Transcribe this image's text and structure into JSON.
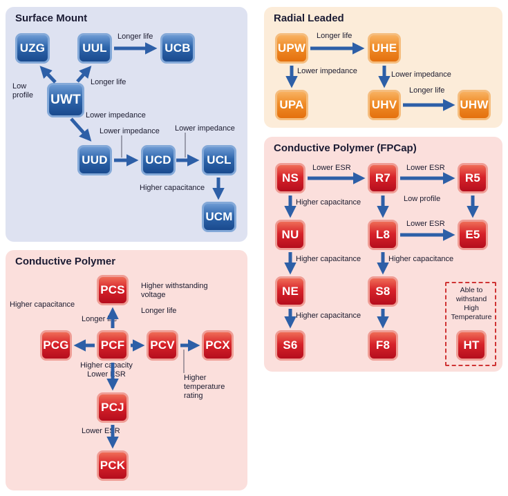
{
  "panels": {
    "surface_mount": {
      "title": "Surface Mount",
      "nodes": {
        "uzg": "UZG",
        "uul": "UUL",
        "ucb": "UCB",
        "uwt": "UWT",
        "uud": "UUD",
        "ucd": "UCD",
        "ucl": "UCL",
        "ucm": "UCM"
      },
      "edge_labels": {
        "uul_to_ucb": "Longer life",
        "uwt_to_uzg": "Low profile",
        "uwt_to_uul": "Longer life",
        "uwt_to_uud": "Lower impedance",
        "uud_to_ucd": "Lower impedance",
        "ucd_to_ucl": "Lower impedance",
        "ucl_to_ucm": "Higher capacitance"
      }
    },
    "radial_leaded": {
      "title": "Radial Leaded",
      "nodes": {
        "upw": "UPW",
        "uhe": "UHE",
        "upa": "UPA",
        "uhv": "UHV",
        "uhw": "UHW"
      },
      "edge_labels": {
        "upw_to_uhe": "Longer life",
        "upw_to_upa": "Lower impedance",
        "uhe_to_uhv": "Lower impedance",
        "uhv_to_uhw": "Longer life"
      }
    },
    "fpcap": {
      "title": "Conductive Polymer (FPCap)",
      "nodes": {
        "ns": "NS",
        "r7": "R7",
        "r5": "R5",
        "nu": "NU",
        "l8": "L8",
        "e5": "E5",
        "ne": "NE",
        "s8": "S8",
        "s6": "S6",
        "f8": "F8",
        "ht": "HT"
      },
      "edge_labels": {
        "ns_to_r7": "Lower ESR",
        "r7_to_r5": "Lower ESR",
        "ns_to_nu": "Higher capacitance",
        "r7_to_l8": "Low profile",
        "l8_to_e5": "Lower ESR",
        "nu_to_ne": "Higher capacitance",
        "l8_to_s8": "Higher capacitance",
        "ne_to_s6": "Higher capacitance"
      },
      "ht_note": "Able to withstand High Temperature"
    },
    "conductive_polymer": {
      "title": "Conductive Polymer",
      "nodes": {
        "pcs": "PCS",
        "pcg": "PCG",
        "pcf": "PCF",
        "pcv": "PCV",
        "pcx": "PCX",
        "pcj": "PCJ",
        "pck": "PCK"
      },
      "edge_labels": {
        "pcf_to_pcg": "Higher capacitance",
        "pcf_to_pcs": "Longer life",
        "pcf_to_pcv_1": "Higher withstanding voltage",
        "pcf_to_pcv_2": "Longer life",
        "pcf_to_pcj_1": "Higher capacity",
        "pcf_to_pcj_2": "Lower ESR",
        "pcj_to_pck": "Lower ESR",
        "pcv_to_pcx": "Higher temperature rating"
      }
    }
  },
  "colors": {
    "blue_node": "#1a4a8e",
    "orange_node": "#e4700e",
    "red_node": "#b50d1d",
    "arrow": "#2d5fa7",
    "panel_blue_bg": "#dee2f1",
    "panel_orange_bg": "#fcecd9",
    "panel_pink_bg": "#fbdfdc"
  }
}
